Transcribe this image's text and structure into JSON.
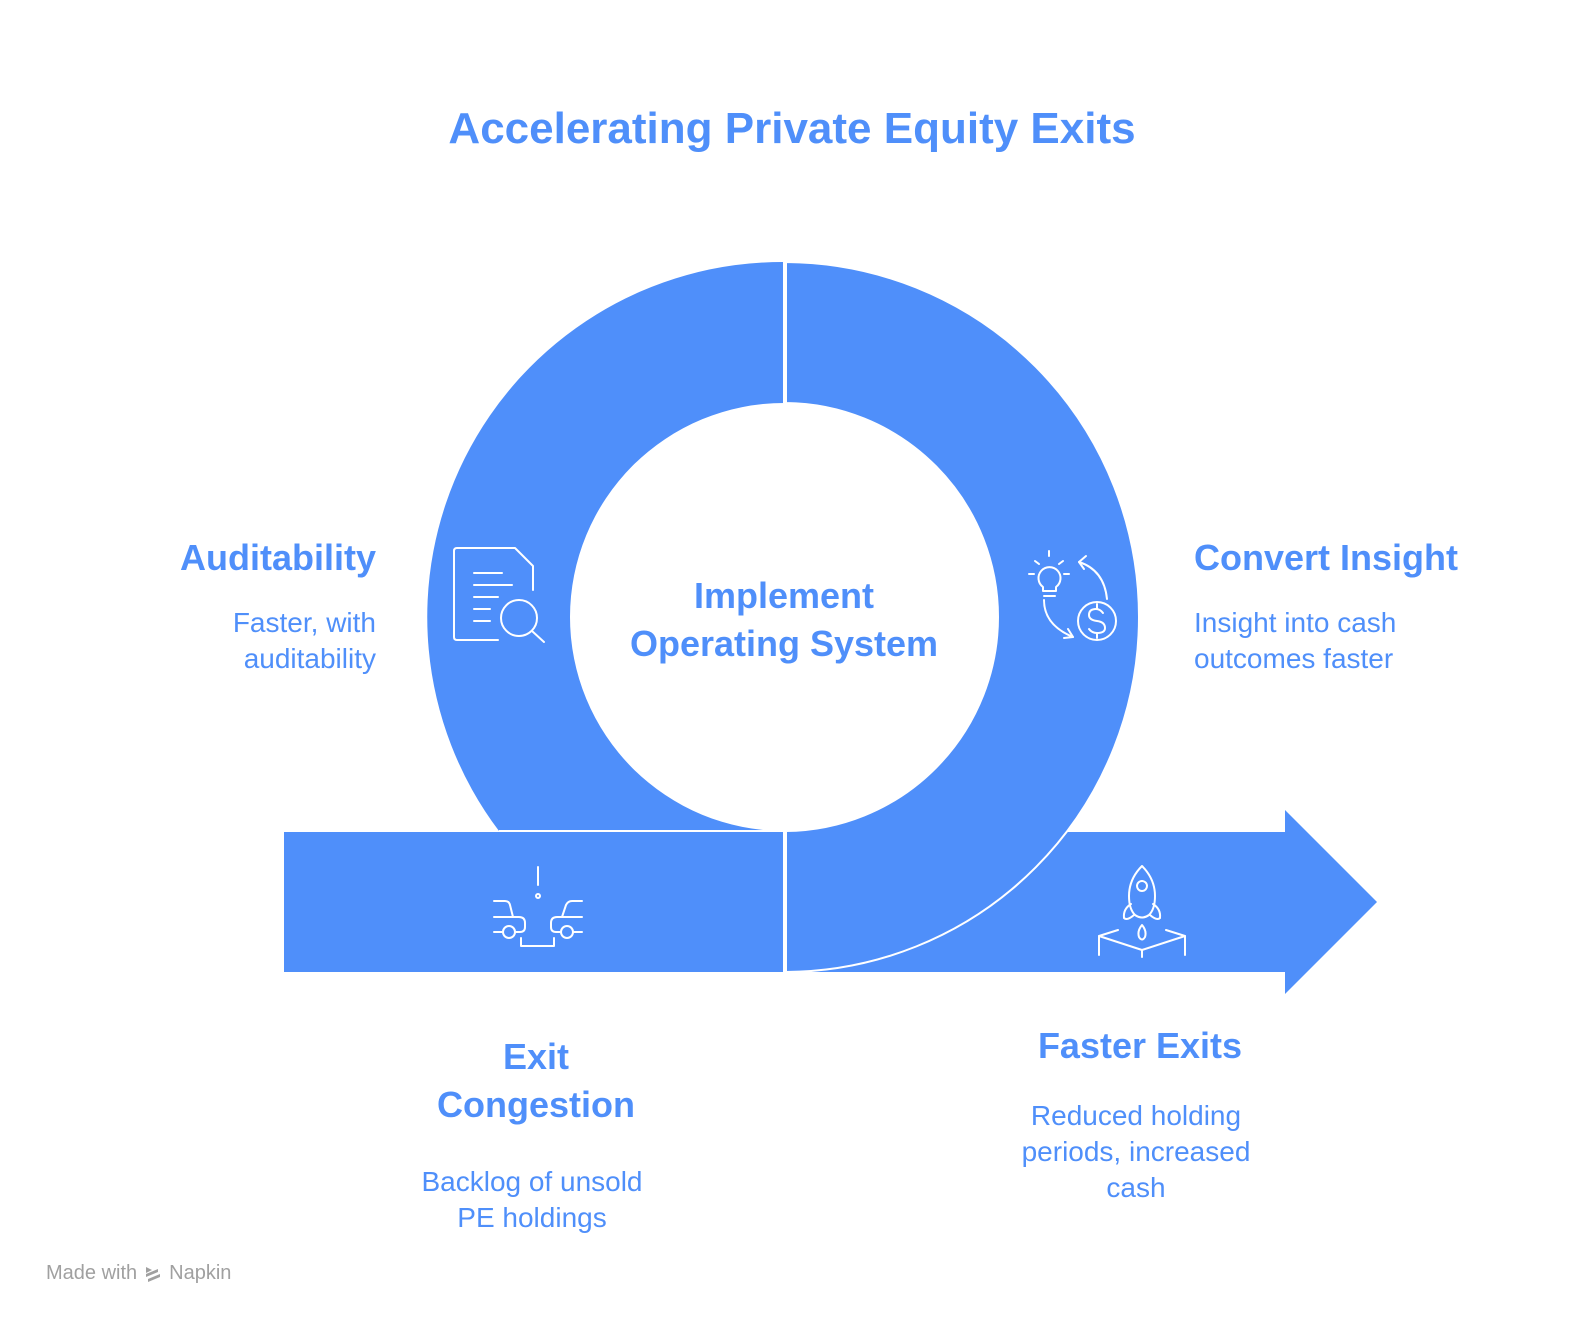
{
  "title": "Accelerating Private Equity Exits",
  "center": {
    "line1": "Implement",
    "line2": "Operating System"
  },
  "colors": {
    "accent": "#4f8ffa",
    "background": "#ffffff",
    "icon_stroke": "#ffffff",
    "footer_text": "#a0a0a0"
  },
  "stages": [
    {
      "id": "auditability",
      "heading": "Auditability",
      "desc_line1": "Faster, with",
      "desc_line2": "auditability",
      "icon": "document-search-icon"
    },
    {
      "id": "convert-insight",
      "heading": "Convert Insight",
      "desc_line1": "Insight into cash",
      "desc_line2": "outcomes faster",
      "icon": "idea-to-money-cycle-icon"
    },
    {
      "id": "exit-congestion",
      "heading_line1": "Exit",
      "heading_line2": "Congestion",
      "desc_line1": "Backlog of unsold",
      "desc_line2": "PE holdings",
      "icon": "traffic-jam-cars-icon"
    },
    {
      "id": "faster-exits",
      "heading": "Faster Exits",
      "desc_line1": "Reduced holding",
      "desc_line2": "periods, increased",
      "desc_line3": "cash",
      "icon": "rocket-launch-icon"
    }
  ],
  "footer": {
    "made_with": "Made with",
    "brand": "Napkin",
    "brand_icon": "napkin-logo-icon"
  }
}
